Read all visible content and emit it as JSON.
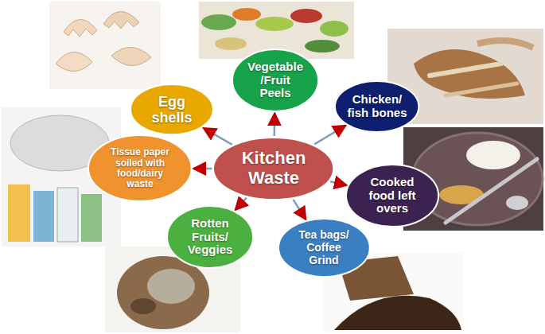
{
  "diagram": {
    "nodes": [
      {
        "text": [
          "Kitchen Waste"
        ]
      },
      {
        "text": [
          "Vegetable /Fruit Peels"
        ]
      },
      {
        "text": [
          "Chicken/ fish bones"
        ]
      },
      {
        "text": [
          "Cooked food left overs"
        ]
      },
      {
        "text": [
          "Tea bags/ Coffee Grind"
        ]
      },
      {
        "text": [
          "Rotten Fruits/ Veggies"
        ]
      },
      {
        "text": [
          "Tissue paper soiled with food/dairy waste"
        ]
      },
      {
        "text": [
          "Egg shells"
        ]
      }
    ],
    "edges": [
      {
        "from": 0,
        "to": 1,
        "arrow": "to"
      },
      {
        "from": 0,
        "to": 2,
        "arrow": "to"
      },
      {
        "from": 0,
        "to": 3,
        "arrow": "to"
      },
      {
        "from": 0,
        "to": 4,
        "arrow": "to"
      },
      {
        "from": 0,
        "to": 5,
        "arrow": "to"
      },
      {
        "from": 0,
        "to": 6,
        "arrow": "to"
      },
      {
        "from": 0,
        "to": 7,
        "arrow": "to"
      }
    ]
  }
}
